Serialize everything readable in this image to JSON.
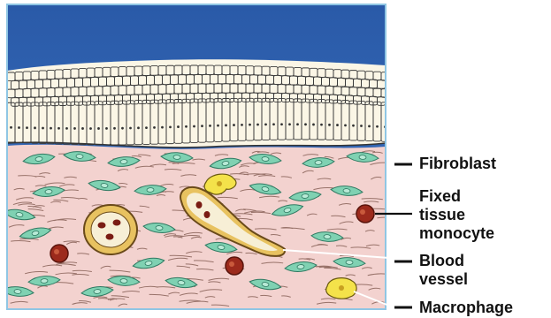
{
  "labels": {
    "fibroblast": "Fibroblast",
    "fixed_monocyte": [
      "Fixed",
      "tissue",
      "monocyte"
    ],
    "blood_vessel": [
      "Blood",
      "vessel"
    ],
    "macrophage": "Macrophage"
  },
  "colors": {
    "sky": "#2f63b4",
    "epithelium_cell": "#fbf6e6",
    "connective_tissue": "#f3d2cf",
    "fibroblast": "#7fd1b2",
    "monocyte": "#9c2a1c",
    "vessel_wall": "#f0d889",
    "macrophage": "#f4e24a",
    "frame": "#8fc6e4",
    "pointer": "#111111"
  }
}
